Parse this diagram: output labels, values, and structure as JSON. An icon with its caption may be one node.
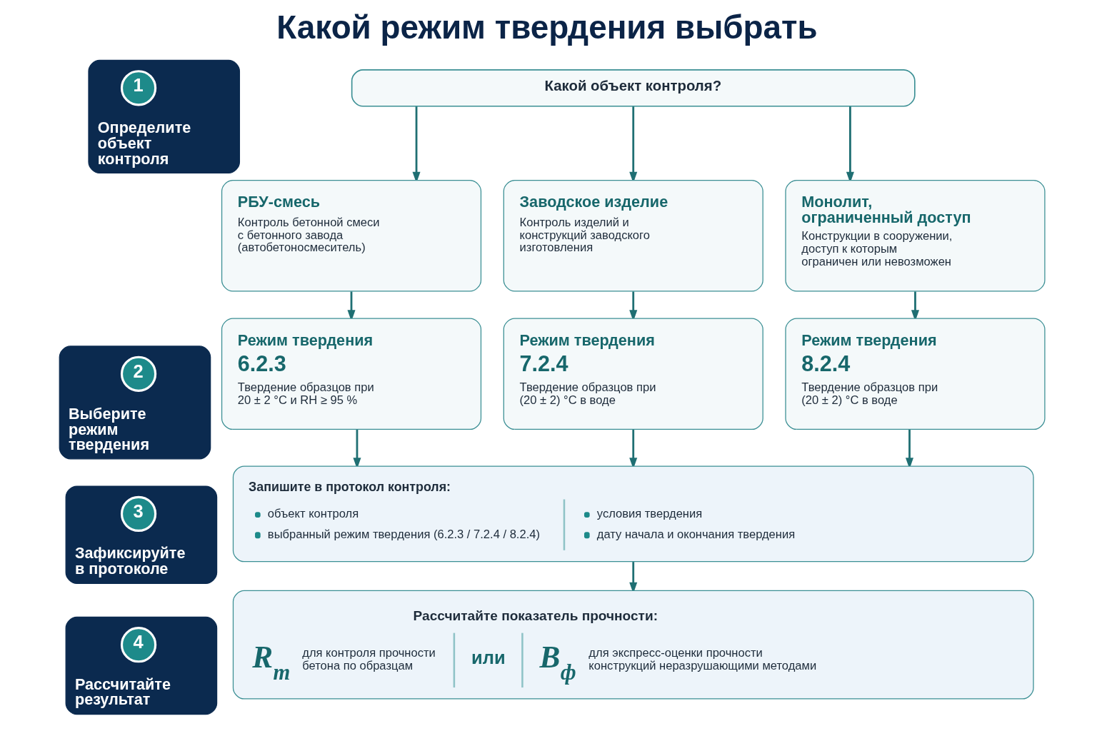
{
  "diagram": {
    "title": "Какой режим твердения выбрать",
    "nodes": [
      {
        "text": [
          "Определите объект контроля"
        ]
      },
      {
        "text": [
          "1"
        ],
        "in": 0
      },
      {
        "text": [
          "Какой объект контроля?"
        ]
      },
      {
        "text": [
          "РБУ-смесь",
          "Контроль бетонной смеси с бетонного завода (автобетоносмеситель)"
        ]
      },
      {
        "text": [
          "Заводское изделие",
          "Контроль изделий и конструкций заводского изготовления"
        ]
      },
      {
        "text": [
          "Монолит, ограниченный доступ",
          "Конструкции в сооружении, доступ к которым ограничен или невозможен"
        ]
      },
      {
        "text": [
          "Выберите режим твердения"
        ]
      },
      {
        "text": [
          "2"
        ],
        "in": 6
      },
      {
        "text": [
          "Режим твердения",
          "6.2.3",
          "Твердение образцов при 20 ± 2 °C и RH ≥ 95 %"
        ]
      },
      {
        "text": [
          "Режим твердения",
          "7.2.4",
          "Твердение образцов при (20 ± 2) °C в воде"
        ]
      },
      {
        "text": [
          "Режим твердения",
          "8.2.4",
          "Твердение образцов при (20 ± 2) °C в воде"
        ]
      },
      {
        "text": [
          "Зафиксируйте в протоколе"
        ]
      },
      {
        "text": [
          "3"
        ],
        "in": 11
      },
      {
        "text": [
          "Запишите в протокол контроля:",
          "объект контроля",
          "выбранный режим твердения (6.2.3 / 7.2.4 / 8.2.4)",
          "условия твердения",
          "дату начала и окончания твердения"
        ]
      },
      {
        "text": [
          "Рассчитайте результат"
        ]
      },
      {
        "text": [
          "4"
        ],
        "in": 14
      },
      {
        "text": [
          "Рассчитайте показатель прочности:",
          "R$_{m}$",
          "для контроля прочности бетона по образцам",
          "или",
          "B$_{ф}$",
          "для экспресс-оценки прочности конструкций неразрушающими методами"
        ]
      }
    ],
    "edges": [
      {
        "from": 2,
        "to": 3,
        "arrow": "to"
      },
      {
        "from": 2,
        "to": 4,
        "arrow": "to"
      },
      {
        "from": 2,
        "to": 5,
        "arrow": "to"
      },
      {
        "from": 3,
        "to": 8,
        "arrow": "to"
      },
      {
        "from": 4,
        "to": 9,
        "arrow": "to"
      },
      {
        "from": 5,
        "to": 10,
        "arrow": "to"
      },
      {
        "from": 8,
        "to": 13,
        "arrow": "to"
      },
      {
        "from": 9,
        "to": 13,
        "arrow": "to"
      },
      {
        "from": 10,
        "to": 13,
        "arrow": "to"
      },
      {
        "from": 13,
        "to": 16,
        "arrow": "to"
      }
    ]
  }
}
